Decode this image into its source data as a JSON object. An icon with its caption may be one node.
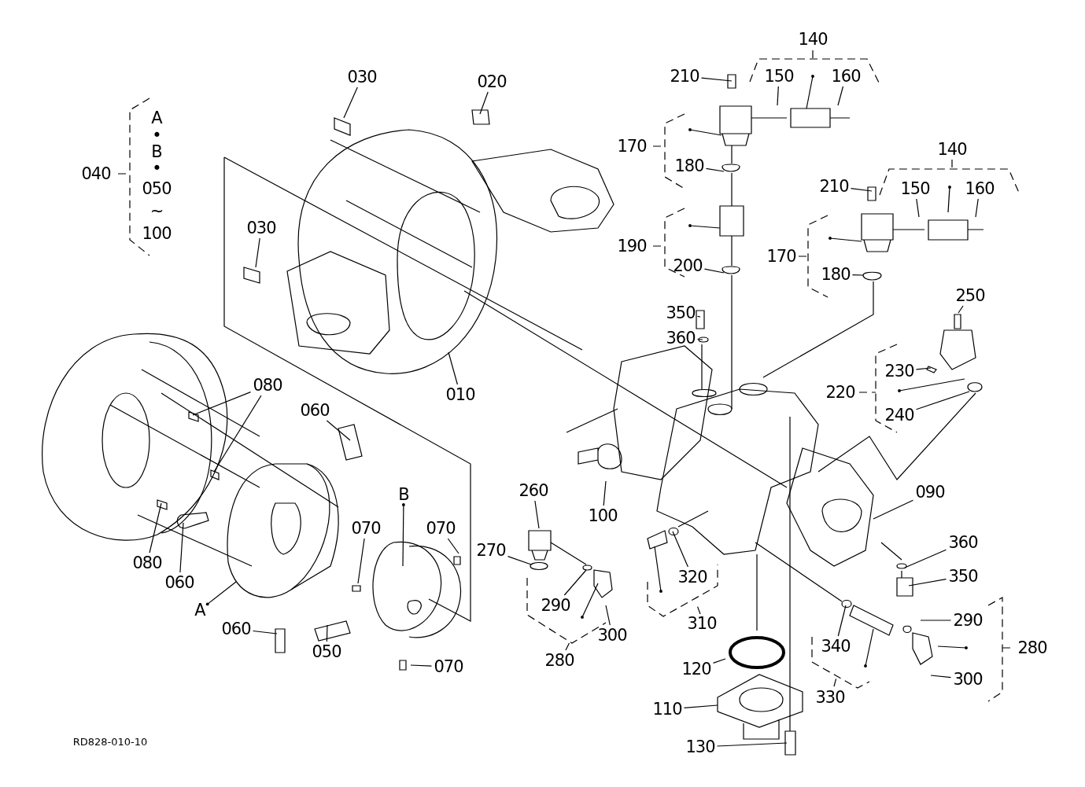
{
  "diagram": {
    "nodes": [
      {
        "text": [
          "030"
        ]
      },
      {
        "text": [
          "020"
        ]
      },
      {
        "text": [
          "210"
        ]
      },
      {
        "text": [
          "150"
        ]
      },
      {
        "text": [
          "160"
        ]
      },
      {
        "text": [
          "180"
        ]
      },
      {
        "text": [
          "210"
        ]
      },
      {
        "text": [
          "150"
        ]
      },
      {
        "text": [
          "160"
        ]
      },
      {
        "text": [
          "030"
        ]
      },
      {
        "text": [
          "200"
        ]
      },
      {
        "text": [
          "180"
        ]
      },
      {
        "text": [
          "250"
        ]
      },
      {
        "text": [
          "350"
        ]
      },
      {
        "text": [
          "360"
        ]
      },
      {
        "text": [
          "230"
        ]
      },
      {
        "text": [
          "080"
        ]
      },
      {
        "text": [
          "010"
        ]
      },
      {
        "text": [
          "060"
        ]
      },
      {
        "text": [
          "240"
        ]
      },
      {
        "text": [
          "260"
        ]
      },
      {
        "text": [
          "090"
        ]
      },
      {
        "text": [
          "B"
        ]
      },
      {
        "text": [
          "100"
        ]
      },
      {
        "text": [
          "070"
        ]
      },
      {
        "text": [
          "070"
        ]
      },
      {
        "text": [
          "360"
        ]
      },
      {
        "text": [
          "270"
        ]
      },
      {
        "text": [
          "080"
        ]
      },
      {
        "text": [
          "320"
        ]
      },
      {
        "text": [
          "350"
        ]
      },
      {
        "text": [
          "060"
        ]
      },
      {
        "text": [
          "290"
        ]
      },
      {
        "text": [
          "A"
        ]
      },
      {
        "text": [
          "290"
        ]
      },
      {
        "text": [
          "300"
        ]
      },
      {
        "text": [
          "060"
        ]
      },
      {
        "text": [
          "340"
        ]
      },
      {
        "text": [
          "050"
        ]
      },
      {
        "text": [
          "070"
        ]
      },
      {
        "text": [
          "120"
        ]
      },
      {
        "text": [
          "300"
        ]
      },
      {
        "text": [
          "110"
        ]
      },
      {
        "text": [
          "130"
        ]
      }
    ],
    "edges": [
      {
        "from": 0,
        "to": null,
        "arrow": "none"
      },
      {
        "from": 1,
        "to": null,
        "arrow": "none"
      },
      {
        "from": 2,
        "to": null,
        "arrow": "none"
      },
      {
        "from": 3,
        "to": null,
        "arrow": "none"
      },
      {
        "from": 4,
        "to": null,
        "arrow": "none"
      },
      {
        "from": 5,
        "to": null,
        "arrow": "none"
      },
      {
        "from": 6,
        "to": null,
        "arrow": "none"
      },
      {
        "from": 7,
        "to": null,
        "arrow": "none"
      },
      {
        "from": 8,
        "to": null,
        "arrow": "none"
      },
      {
        "from": 9,
        "to": null,
        "arrow": "none"
      },
      {
        "from": 10,
        "to": null,
        "arrow": "none"
      },
      {
        "from": 11,
        "to": null,
        "arrow": "none"
      },
      {
        "from": 12,
        "to": null,
        "arrow": "none"
      },
      {
        "from": 13,
        "to": null,
        "arrow": "none"
      },
      {
        "from": 14,
        "to": null,
        "arrow": "none"
      },
      {
        "from": 15,
        "to": null,
        "arrow": "none"
      },
      {
        "from": 16,
        "to": null,
        "arrow": "none"
      },
      {
        "from": 16,
        "to": null,
        "arrow": "none"
      },
      {
        "from": 17,
        "to": null,
        "arrow": "none"
      },
      {
        "from": 18,
        "to": null,
        "arrow": "none"
      },
      {
        "from": 19,
        "to": null,
        "arrow": "none"
      },
      {
        "from": 20,
        "to": null,
        "arrow": "none"
      },
      {
        "from": 21,
        "to": null,
        "arrow": "none"
      },
      {
        "from": 22,
        "to": null,
        "arrow": "other"
      },
      {
        "from": 23,
        "to": null,
        "arrow": "none"
      },
      {
        "from": 24,
        "to": null,
        "arrow": "none"
      },
      {
        "from": 25,
        "to": null,
        "arrow": "none"
      },
      {
        "from": 26,
        "to": null,
        "arrow": "none"
      },
      {
        "from": 27,
        "to": null,
        "arrow": "none"
      },
      {
        "from": 28,
        "to": null,
        "arrow": "none"
      },
      {
        "from": 29,
        "to": null,
        "arrow": "none"
      },
      {
        "from": 30,
        "to": null,
        "arrow": "none"
      },
      {
        "from": 31,
        "to": null,
        "arrow": "none"
      },
      {
        "from": 32,
        "to": null,
        "arrow": "none"
      },
      {
        "from": 33,
        "to": null,
        "arrow": "other"
      },
      {
        "from": 34,
        "to": null,
        "arrow": "none"
      },
      {
        "from": 35,
        "to": null,
        "arrow": "none"
      },
      {
        "from": 36,
        "to": null,
        "arrow": "none"
      },
      {
        "from": 37,
        "to": null,
        "arrow": "none"
      },
      {
        "from": 38,
        "to": null,
        "arrow": "none"
      },
      {
        "from": 39,
        "to": null,
        "arrow": "none"
      },
      {
        "from": 40,
        "to": null,
        "arrow": "none"
      },
      {
        "from": 41,
        "to": null,
        "arrow": "none"
      },
      {
        "from": 42,
        "to": null,
        "arrow": "none"
      },
      {
        "from": 43,
        "to": null,
        "arrow": "none"
      }
    ],
    "labels": [
      "140",
      "040",
      "A",
      "•",
      "B",
      "•",
      "050",
      "~",
      "100",
      "170",
      "140",
      "190",
      "170",
      "220",
      "280",
      "310",
      "280",
      "330",
      "RD828-010-10"
    ]
  }
}
